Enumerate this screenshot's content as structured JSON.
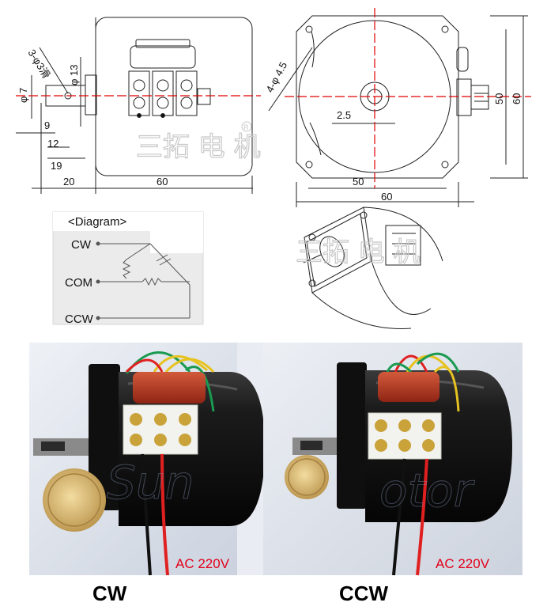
{
  "drawing": {
    "dims_left": {
      "hole_callout": "3-φ3滑",
      "d13": "φ 13",
      "d7": "φ 7",
      "d9": "9",
      "d12": "12",
      "d19": "19",
      "d20": "20",
      "d60": "60"
    },
    "dims_right": {
      "holes_callout": "4-φ 4.5",
      "d2_5": "2.5",
      "d50_bottom": "50",
      "d60_bottom": "60",
      "d50_side": "50",
      "d60_side": "60"
    },
    "watermark_text": "三拓 电 机",
    "registered_mark": "R"
  },
  "wiring_diagram": {
    "title": "<Diagram>",
    "terminals": [
      "CW",
      "COM",
      "CCW"
    ]
  },
  "photos": [
    {
      "label": "CW",
      "voltage": "AC 220V"
    },
    {
      "label": "CCW",
      "voltage": "AC 220V"
    }
  ],
  "colors": {
    "dash_red": "#e00000",
    "wire_red": "#e02020",
    "wire_yellow": "#e6c320",
    "wire_green": "#1a9a50",
    "capacitor": "#b4301e",
    "motor_body": "#141414",
    "photo_bg": "#d6dce8"
  }
}
